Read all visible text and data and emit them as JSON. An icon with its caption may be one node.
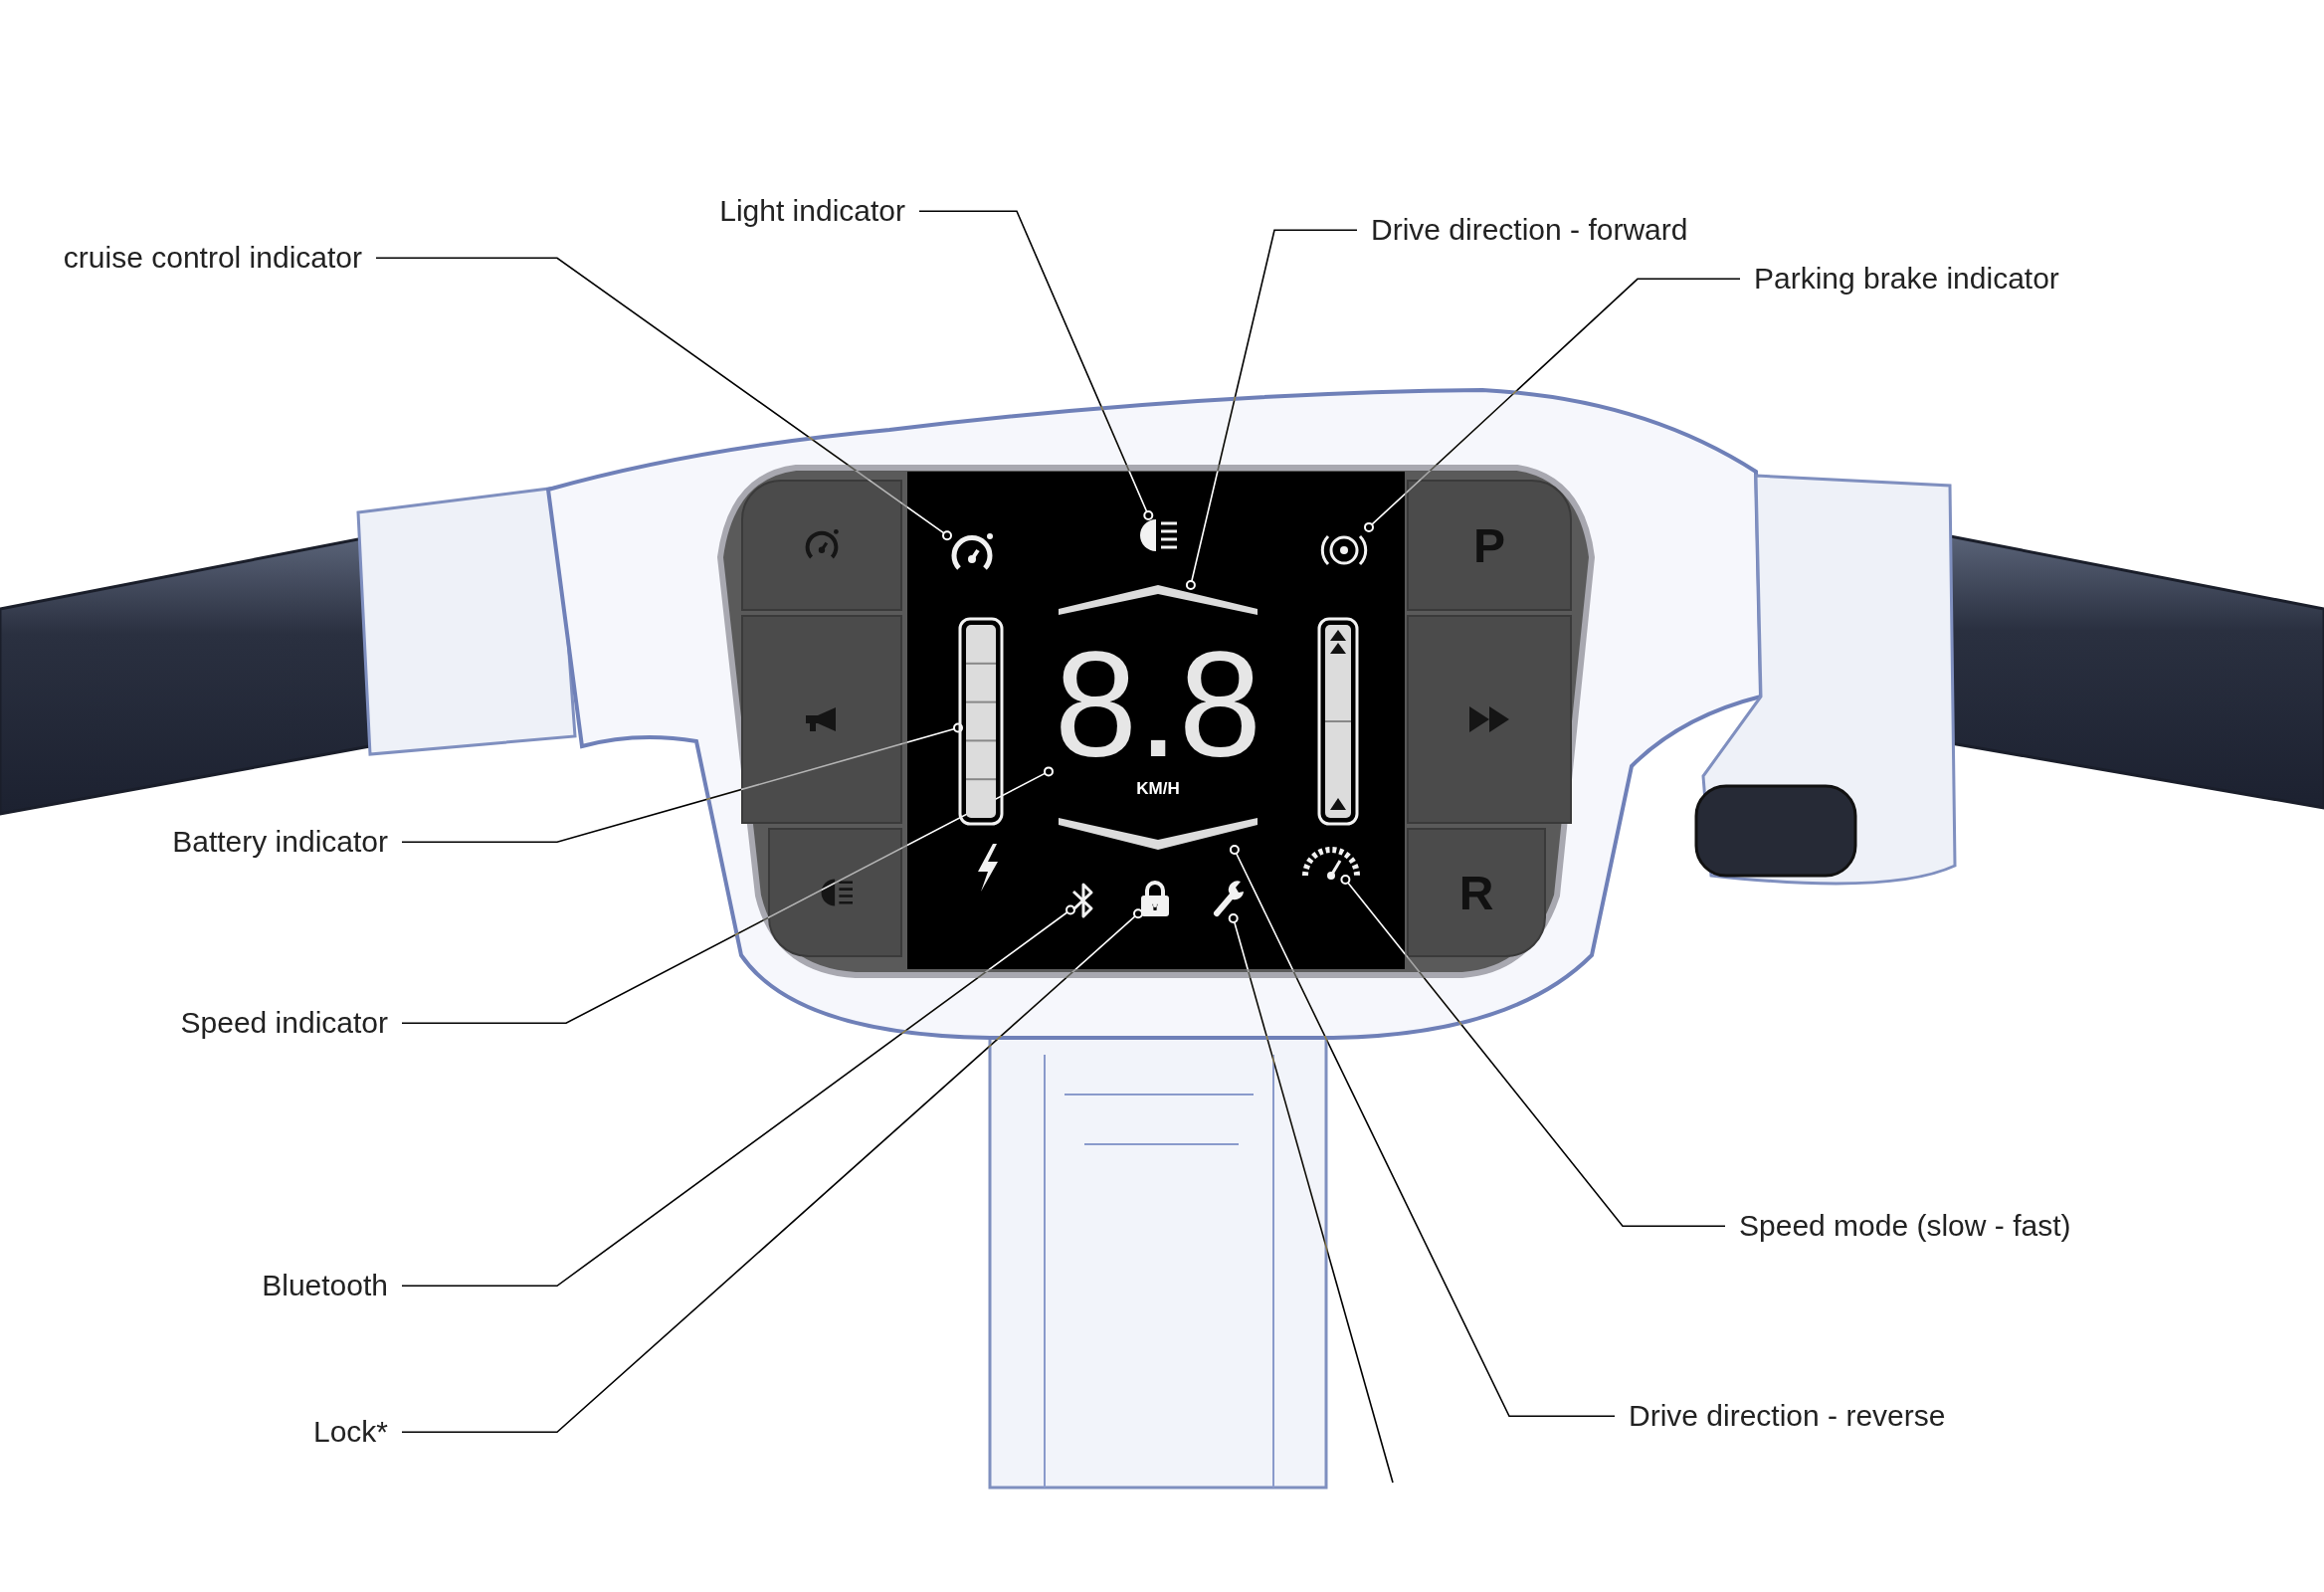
{
  "diagram": {
    "nodes": [
      {
        "text": [
          "cruise control indicator"
        ]
      },
      {
        "text": [
          "Light indicator"
        ]
      },
      {
        "text": [
          "Drive direction - forward"
        ]
      },
      {
        "text": [
          "Parking brake indicator"
        ]
      },
      {
        "text": [
          "Battery indicator"
        ]
      },
      {
        "text": [
          "Speed indicator"
        ]
      },
      {
        "text": [
          "Bluetooth"
        ]
      },
      {
        "text": [
          "Lock*"
        ]
      },
      {
        "text": [
          "Speed mode (slow - fast)"
        ]
      },
      {
        "text": [
          "Drive direction - reverse"
        ]
      },
      {
        "text": [],
        "shape": "picture"
      },
      {
        "text": [],
        "shape": "picture"
      },
      {
        "text": [],
        "shape": "picture"
      },
      {
        "text": [],
        "shape": "picture"
      },
      {
        "text": [],
        "shape": "bar"
      },
      {
        "text": [
          "8.8",
          "KM/H"
        ]
      },
      {
        "text": [],
        "shape": "picture"
      },
      {
        "text": [],
        "shape": "picture"
      },
      {
        "text": [],
        "shape": "picture"
      },
      {
        "text": [],
        "shape": "picture"
      },
      {
        "text": [],
        "shape": "picture"
      },
      {
        "text": [],
        "shape": "box"
      },
      {
        "text": [
          "P"
        ]
      },
      {
        "text": [],
        "shape": "box"
      },
      {
        "text": [],
        "shape": "box"
      },
      {
        "text": [],
        "shape": "box"
      },
      {
        "text": [
          "R"
        ]
      },
      {
        "text": [],
        "shape": "bar"
      }
    ],
    "edges": [
      {
        "from": 0,
        "to": 10,
        "arrow": "other"
      },
      {
        "from": 1,
        "to": 11,
        "arrow": "other"
      },
      {
        "from": 2,
        "to": 13,
        "arrow": "other"
      },
      {
        "from": 3,
        "to": 12,
        "arrow": "other"
      },
      {
        "from": 4,
        "to": 14,
        "arrow": "other"
      },
      {
        "from": 5,
        "to": 15,
        "arrow": "other"
      },
      {
        "from": 6,
        "to": 17,
        "arrow": "other"
      },
      {
        "from": 7,
        "to": 18,
        "arrow": "other"
      },
      {
        "from": 8,
        "to": 20,
        "arrow": "other"
      },
      {
        "from": 9,
        "to": 16,
        "arrow": "other"
      },
      {
        "from": null,
        "to": 19,
        "arrow": "other"
      }
    ]
  }
}
